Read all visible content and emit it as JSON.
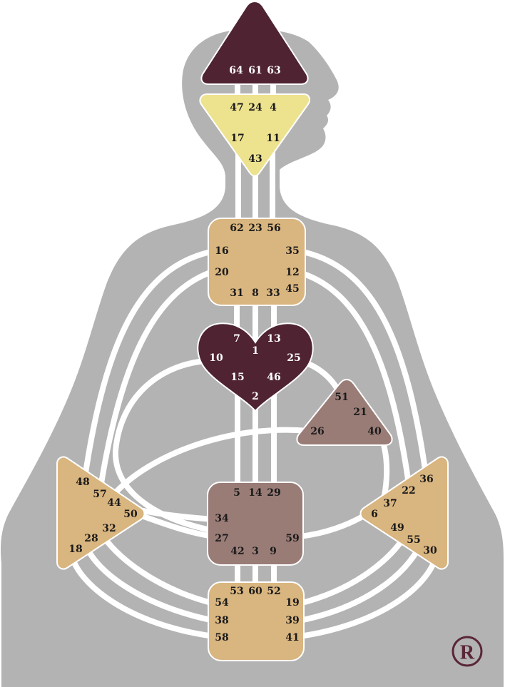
{
  "colors": {
    "body": "#b3b3b3",
    "channel": "#ffffff",
    "dark": "#4f2331",
    "yellow": "#ede28e",
    "tan": "#d9b57f",
    "mauve": "#9a7c77",
    "registered": "#5a2638"
  },
  "registered_mark": "R",
  "centers": {
    "head": {
      "gates": [
        "64",
        "61",
        "63"
      ]
    },
    "ajna": {
      "gates": [
        "47",
        "24",
        "4",
        "17",
        "11",
        "43"
      ]
    },
    "throat": {
      "gates": [
        "62",
        "23",
        "56",
        "16",
        "35",
        "20",
        "12",
        "31",
        "8",
        "33",
        "45"
      ]
    },
    "g": {
      "gates": [
        "7",
        "13",
        "1",
        "10",
        "25",
        "15",
        "46",
        "2"
      ]
    },
    "heart": {
      "gates": [
        "51",
        "21",
        "26",
        "40"
      ]
    },
    "spleen": {
      "gates": [
        "48",
        "57",
        "44",
        "50",
        "32",
        "28",
        "18"
      ]
    },
    "sacral": {
      "gates": [
        "5",
        "14",
        "29",
        "34",
        "27",
        "59",
        "42",
        "3",
        "9"
      ]
    },
    "solar_plexus": {
      "gates": [
        "36",
        "22",
        "37",
        "6",
        "49",
        "55",
        "30"
      ]
    },
    "root": {
      "gates": [
        "53",
        "60",
        "52",
        "54",
        "19",
        "38",
        "39",
        "58",
        "41"
      ]
    }
  }
}
